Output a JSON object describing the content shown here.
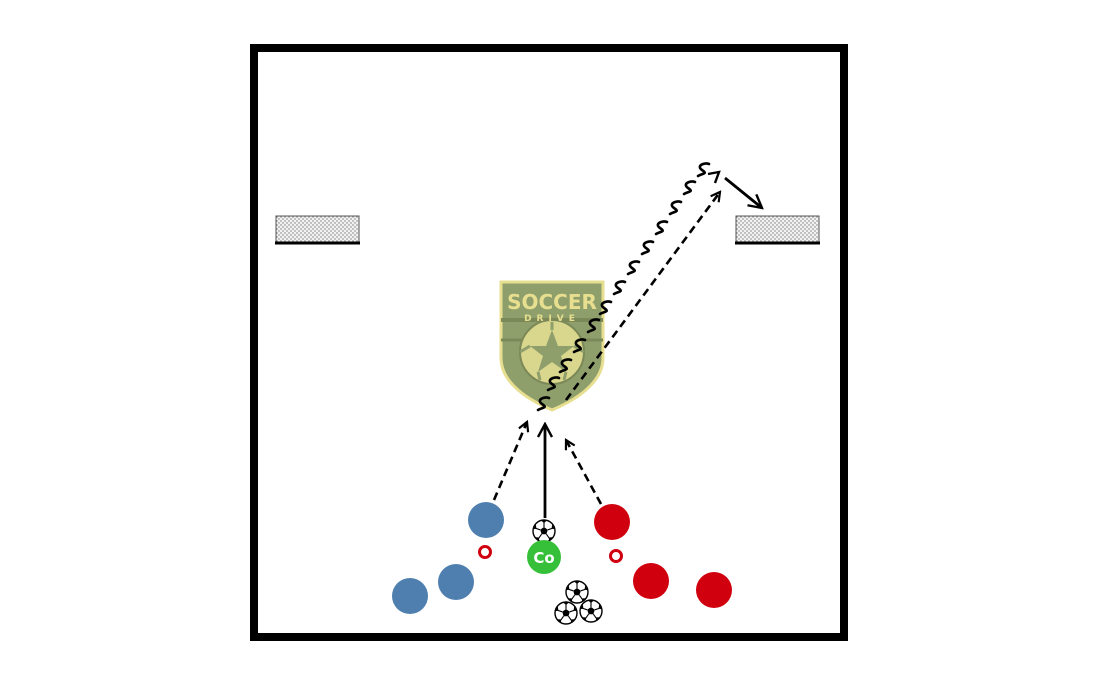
{
  "logo": {
    "line1": "SOCCER",
    "line2": "DRIVE",
    "colors": {
      "fill": "#8a9a64",
      "outline": "#e6de8a",
      "text": "#e6de8a",
      "dark": "#74824f"
    }
  },
  "coach": {
    "label": "Co",
    "color": "#36c03a"
  },
  "teams": {
    "blue": {
      "color": "#4f7fae",
      "player_count": 3
    },
    "red": {
      "color": "#d1000f",
      "player_count": 3
    }
  },
  "cones": {
    "color": "#d1000f",
    "count": 2
  },
  "goals": {
    "count": 2
  },
  "balls": {
    "count": 4
  },
  "colors": {
    "field_border": "#000000",
    "arrows": "#000000",
    "background": "#ffffff"
  }
}
